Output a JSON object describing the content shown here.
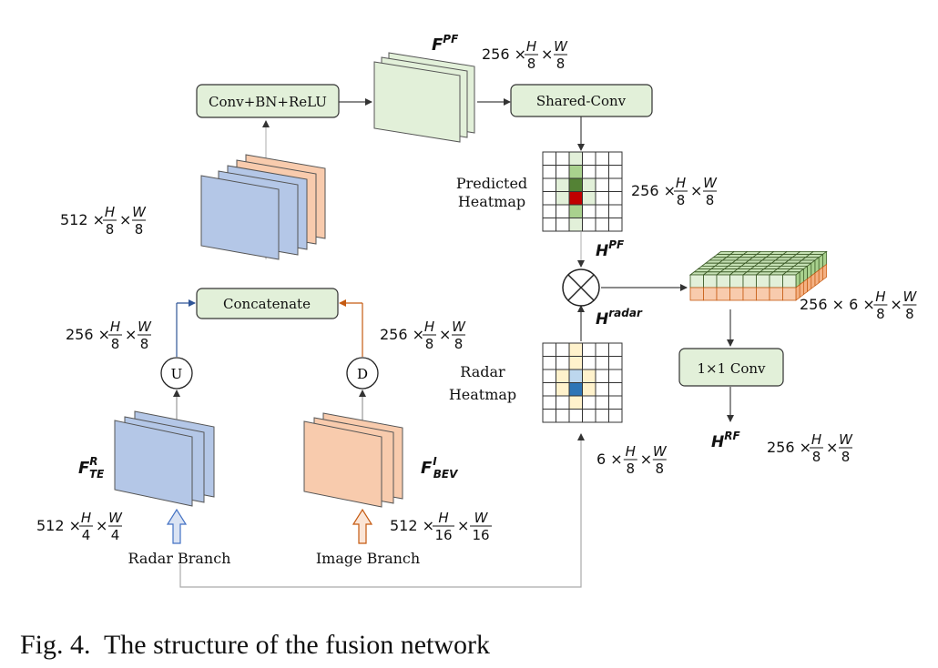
{
  "figure": {
    "caption": "Fig. 4.  The structure of the fusion network"
  },
  "blocks": {
    "conv_bn_relu": "Conv+BN+ReLU",
    "shared_conv": "Shared-Conv",
    "concatenate": "Concatenate",
    "conv_1x1": "1×1 Conv",
    "upsample": "U",
    "downsample": "D"
  },
  "labels": {
    "predicted_heatmap_line1": "Predicted",
    "predicted_heatmap_line2": "Heatmap",
    "radar_heatmap_line1": "Radar",
    "radar_heatmap_line2": "Heatmap",
    "radar_branch": "Radar Branch",
    "image_branch": "Image Branch"
  },
  "symbols": {
    "f_pf": {
      "base": "F",
      "sup": "PF",
      "sub": ""
    },
    "f_te": {
      "base": "F",
      "sup": "R",
      "sub": "TE"
    },
    "f_bev": {
      "base": "F",
      "sup": "I",
      "sub": "BEV"
    },
    "h_pf": {
      "base": "H",
      "sup": "PF",
      "sub": ""
    },
    "h_radar": {
      "base": "H",
      "sup": "radar",
      "sub": ""
    },
    "h_rf": {
      "base": "H",
      "sup": "RF",
      "sub": ""
    }
  },
  "dims": {
    "fpf": {
      "prefix": "256 ×",
      "mid": "×",
      "n1": "H",
      "d1": "8",
      "n2": "W",
      "d2": "8"
    },
    "concat_out": {
      "prefix": "512 ×",
      "mid": "×",
      "n1": "H",
      "d1": "8",
      "n2": "W",
      "d2": "8"
    },
    "radar_up": {
      "prefix": "256 ×",
      "mid": "×",
      "n1": "H",
      "d1": "8",
      "n2": "W",
      "d2": "8"
    },
    "image_down": {
      "prefix": "256 ×",
      "mid": "×",
      "n1": "H",
      "d1": "8",
      "n2": "W",
      "d2": "8"
    },
    "radar_in": {
      "prefix": "512 ×",
      "mid": "×",
      "n1": "H",
      "d1": "4",
      "n2": "W",
      "d2": "4"
    },
    "image_in": {
      "prefix": "512 ×",
      "mid": "×",
      "n1": "H",
      "d1": "16",
      "n2": "W",
      "d2": "16"
    },
    "pred_heatmap": {
      "prefix": "256 ×",
      "mid": "×",
      "n1": "H",
      "d1": "8",
      "n2": "W",
      "d2": "8"
    },
    "radar_heatmap": {
      "prefix": "6 ×",
      "mid": "×",
      "n1": "H",
      "d1": "8",
      "n2": "W",
      "d2": "8"
    },
    "stack": {
      "prefix": "256 × 6 ×",
      "mid": "×",
      "n1": "H",
      "d1": "8",
      "n2": "W",
      "d2": "8"
    },
    "hrf": {
      "prefix": "256 ×",
      "mid": "×",
      "n1": "H",
      "d1": "8",
      "n2": "W",
      "d2": "8"
    }
  },
  "colors": {
    "green_fill": "#e2f0d9",
    "green_dark": "#548235",
    "green_mid": "#a9d18e",
    "blue_fill": "#b4c7e7",
    "orange_fill": "#f8cbad",
    "yellow_fill": "#fff2cc",
    "light_blue": "#bdd7ee",
    "blue_dark": "#2e75b6",
    "red": "#c00000",
    "radar_arrow": "#2f5597",
    "image_arrow": "#c55a11"
  }
}
